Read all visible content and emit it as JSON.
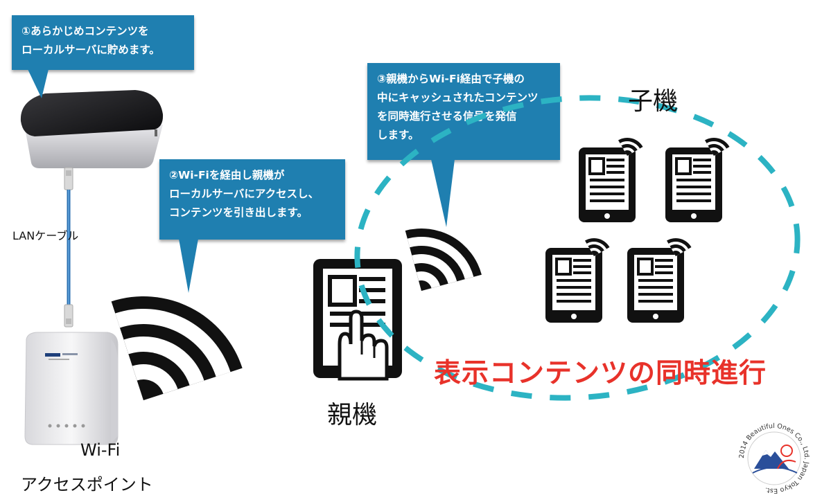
{
  "bubbles": {
    "b1": "①あらかじめコンテンツを\nローカルサーバに貯めます。",
    "b2": "②Wi-Fiを経由し親機が\nローカルサーバにアクセスし、\nコンテンツを引き出します。",
    "b3": "③親機からWi-Fi経由で子機の\n中にキャッシュされたコンテンツ\nを同時進行させる信号を発信\nします。"
  },
  "labels": {
    "lan_cable": "LANケーブル",
    "wifi_ap_line1": "Wi-Fi",
    "wifi_ap_line2": "アクセスポイント",
    "parent_device": "親機",
    "child_devices": "子機",
    "headline": "表示コンテンツの同時進行"
  },
  "logo": {
    "text": "2014 Beautiful Ones Co., Ltd. Japan Tokyo Est."
  },
  "colors": {
    "bubble": "#1f7fb0",
    "dashed_ellipse": "#2cb3c3",
    "headline": "#e8322a",
    "cable": "#2a6fb0"
  }
}
